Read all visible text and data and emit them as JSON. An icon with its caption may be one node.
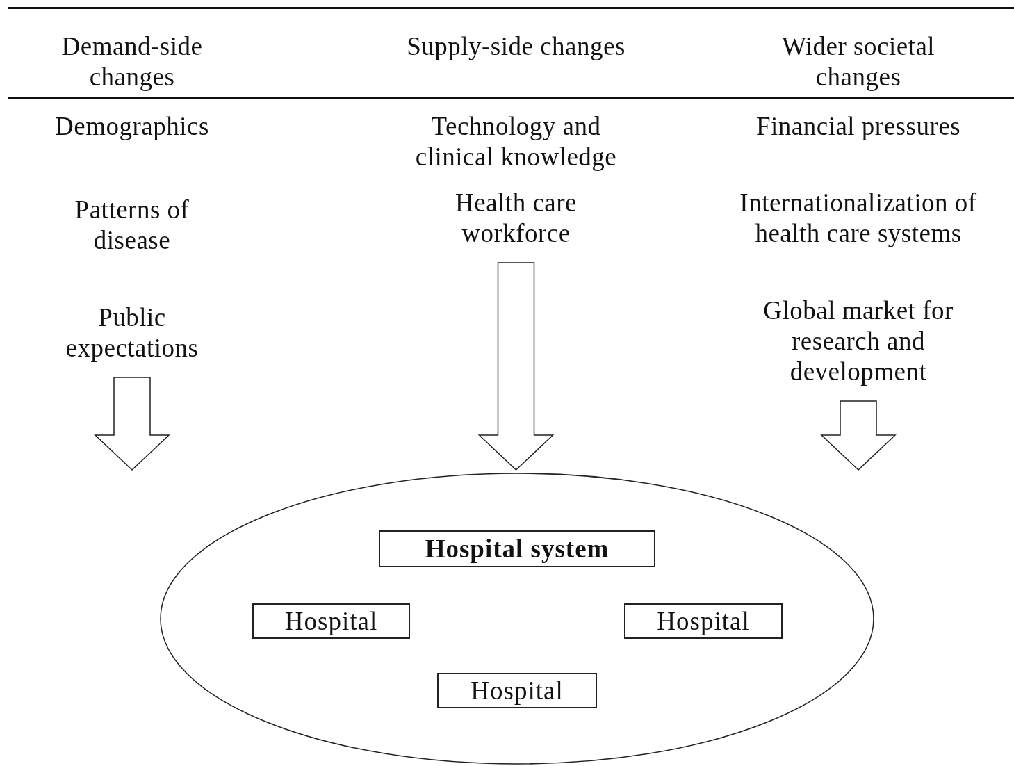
{
  "diagram": {
    "nodes": [
      {
        "text": [
          "Demand-side changes",
          "Demographics",
          "Patterns of disease",
          "Public expectations"
        ]
      },
      {
        "text": [
          "Supply-side changes",
          "Technology and clinical knowledge",
          "Health care workforce"
        ]
      },
      {
        "text": [
          "Wider societal changes",
          "Financial pressures",
          "Internationalization of health care systems",
          "Global market for research and development"
        ]
      },
      {
        "text": [],
        "shape": "ellipse"
      },
      {
        "text": [
          "Hospital system"
        ],
        "in": 3
      },
      {
        "text": [
          "Hospital"
        ],
        "in": 3
      },
      {
        "text": [
          "Hospital"
        ],
        "in": 3
      },
      {
        "text": [
          "Hospital"
        ],
        "in": 3
      }
    ],
    "edges": [
      {
        "from": 0,
        "to": 3,
        "arrow": "to"
      },
      {
        "from": 1,
        "to": 3,
        "arrow": "to"
      },
      {
        "from": 2,
        "to": 3,
        "arrow": "to"
      }
    ]
  }
}
